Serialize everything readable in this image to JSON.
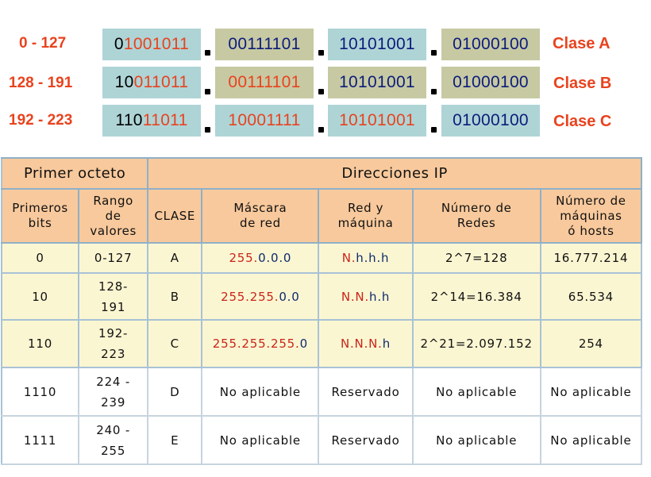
{
  "diagram": {
    "rows": [
      {
        "range": "0 - 127",
        "class_label": "Clase A",
        "octets": [
          {
            "lead": "0",
            "rest": "1001011",
            "plain": ""
          },
          {
            "lead": "",
            "rest": "",
            "plain": "00111101"
          },
          {
            "lead": "",
            "rest": "",
            "plain": "10101001"
          },
          {
            "lead": "",
            "rest": "",
            "plain": "01000100"
          }
        ]
      },
      {
        "range": "128 - 191",
        "class_label": "Clase B",
        "octets": [
          {
            "lead": "10",
            "rest": "011011",
            "plain": ""
          },
          {
            "lead": "",
            "rest": "",
            "plain": "00111101"
          },
          {
            "lead": "",
            "rest": "",
            "plain": "10101001"
          },
          {
            "lead": "",
            "rest": "",
            "plain": "01000100"
          }
        ]
      },
      {
        "range": "192 - 223",
        "class_label": "Clase C",
        "octets": [
          {
            "lead": "110",
            "rest": "11011",
            "plain": ""
          },
          {
            "lead": "",
            "rest": "",
            "plain": "10001111"
          },
          {
            "lead": "",
            "rest": "",
            "plain": "10101001"
          },
          {
            "lead": "",
            "rest": "",
            "plain": "01000100"
          }
        ]
      }
    ],
    "colors": {
      "accent": "#e8431e",
      "blue_box": "#aed4d6",
      "olive_box": "#c7c9a3",
      "network_text": "#e8431e",
      "host_text": "#0c1c7a"
    }
  },
  "table": {
    "group_headers": {
      "first": "Primer octeto",
      "second": "Direcciones IP"
    },
    "col_headers": {
      "c1": [
        "Primeros",
        "bits"
      ],
      "c2": [
        "Rango",
        "de",
        "valores"
      ],
      "c3": [
        "CLASE"
      ],
      "c4": [
        "Máscara",
        "de red"
      ],
      "c5": [
        "Red y",
        "máquina"
      ],
      "c6": [
        "Número de",
        "Redes"
      ],
      "c7": [
        "Número de",
        "máquinas",
        "ó hosts"
      ]
    },
    "rows": [
      {
        "bits": "0",
        "range_a": "0-127",
        "range_b": "",
        "class": "A",
        "mask_net": "255.",
        "mask_host": "0.0.0",
        "nm_net": "N.",
        "nm_host": "h.h.h",
        "networks": "2^7=128",
        "hosts": "16.777.214"
      },
      {
        "bits": "10",
        "range_a": "128-",
        "range_b": "191",
        "class": "B",
        "mask_net": "255.255.",
        "mask_host": "0.0",
        "nm_net": "N.N.",
        "nm_host": "h.h",
        "networks": "2^14=16.384",
        "hosts": "65.534"
      },
      {
        "bits": "110",
        "range_a": "192-",
        "range_b": "223",
        "class": "C",
        "mask_net": "255.255.255.",
        "mask_host": "0",
        "nm_net": "N.N.N.",
        "nm_host": "h",
        "networks": "2^21=2.097.152",
        "hosts": "254"
      },
      {
        "bits": "1110",
        "range_a": "224 -",
        "range_b": "239",
        "class": "D",
        "mask_net": "No aplicable",
        "mask_host": "",
        "nm_net": "Reservado",
        "nm_host": "",
        "networks": "No aplicable",
        "hosts": "No aplicable"
      },
      {
        "bits": "1111",
        "range_a": "240 -",
        "range_b": "255",
        "class": "E",
        "mask_net": "No aplicable",
        "mask_host": "",
        "nm_net": "Reservado",
        "nm_host": "",
        "networks": "No aplicable",
        "hosts": "No aplicable"
      }
    ]
  }
}
